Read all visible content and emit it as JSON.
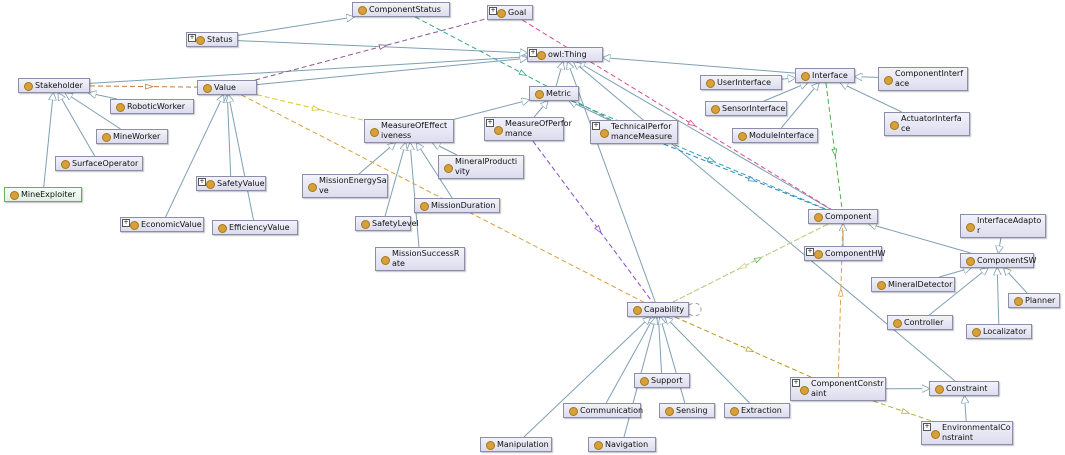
{
  "graph": {
    "nodes": [
      {
        "id": "ComponentStatus",
        "label": "ComponentStatus",
        "expand": false
      },
      {
        "id": "Goal",
        "label": "Goal",
        "expand": true
      },
      {
        "id": "Status",
        "label": "Status",
        "expand": true
      },
      {
        "id": "owlThing",
        "label": "owl:Thing",
        "expand": true
      },
      {
        "id": "Stakeholder",
        "label": "Stakeholder",
        "expand": false
      },
      {
        "id": "Value",
        "label": "Value",
        "expand": false
      },
      {
        "id": "RoboticWorker",
        "label": "RoboticWorker",
        "expand": false
      },
      {
        "id": "MineWorker",
        "label": "MineWorker",
        "expand": false
      },
      {
        "id": "SurfaceOperator",
        "label": "SurfaceOperator",
        "expand": false
      },
      {
        "id": "MineExploiter",
        "label": "MineExploiter",
        "expand": false,
        "highlight": true
      },
      {
        "id": "SafetyValue",
        "label": "SafetyValue",
        "expand": true
      },
      {
        "id": "EconomicValue",
        "label": "EconomicValue",
        "expand": true
      },
      {
        "id": "EfficiencyValue",
        "label": "EfficiencyValue",
        "expand": false
      },
      {
        "id": "Metric",
        "label": "Metric",
        "expand": false
      },
      {
        "id": "MeasureOfEffectiveness",
        "label": "MeasureOfEffect\niveness",
        "expand": false
      },
      {
        "id": "MeasureOfPerformance",
        "label": "MeasureOfPerfor\nmance",
        "expand": true
      },
      {
        "id": "TechnicalPerformanceMeasure",
        "label": "TechnicalPerfor\nmanceMeasure",
        "expand": true
      },
      {
        "id": "MissionEnergySave",
        "label": "MissionEnergySa\nve",
        "expand": false
      },
      {
        "id": "MineralProductivity",
        "label": "MineralProducti\nvity",
        "expand": false
      },
      {
        "id": "MissionDuration",
        "label": "MissionDuration",
        "expand": false
      },
      {
        "id": "SafetyLevel",
        "label": "SafetyLevel",
        "expand": false
      },
      {
        "id": "MissionSuccessRate",
        "label": "MissionSuccessR\nate",
        "expand": false
      },
      {
        "id": "Interface",
        "label": "Interface",
        "expand": false
      },
      {
        "id": "UserInterface",
        "label": "UserInterface",
        "expand": false
      },
      {
        "id": "ComponentInterface",
        "label": "ComponentInterf\nace",
        "expand": false
      },
      {
        "id": "SensorInterface",
        "label": "SensorInterface",
        "expand": false
      },
      {
        "id": "ActuatorInterface",
        "label": "ActuatorInterfa\nce",
        "expand": false
      },
      {
        "id": "ModuleInterface",
        "label": "ModuleInterface",
        "expand": false
      },
      {
        "id": "Component",
        "label": "Component",
        "expand": false
      },
      {
        "id": "ComponentHW",
        "label": "ComponentHW",
        "expand": true
      },
      {
        "id": "InterfaceAdaptor",
        "label": "InterfaceAdapto\nr",
        "expand": false
      },
      {
        "id": "ComponentSW",
        "label": "ComponentSW",
        "expand": false
      },
      {
        "id": "MineralDetector",
        "label": "MineralDetector",
        "expand": false
      },
      {
        "id": "Planner",
        "label": "Planner",
        "expand": false
      },
      {
        "id": "Controller",
        "label": "Controller",
        "expand": false
      },
      {
        "id": "Localizator",
        "label": "Localizator",
        "expand": false
      },
      {
        "id": "Capability",
        "label": "Capability",
        "expand": false
      },
      {
        "id": "Support",
        "label": "Support",
        "expand": false
      },
      {
        "id": "Communication",
        "label": "Communication",
        "expand": false
      },
      {
        "id": "Sensing",
        "label": "Sensing",
        "expand": false
      },
      {
        "id": "Extraction",
        "label": "Extraction",
        "expand": false
      },
      {
        "id": "Manipulation",
        "label": "Manipulation",
        "expand": false
      },
      {
        "id": "Navigation",
        "label": "Navigation",
        "expand": false
      },
      {
        "id": "ComponentConstraint",
        "label": "ComponentConstr\naint",
        "expand": true
      },
      {
        "id": "Constraint",
        "label": "Constraint",
        "expand": false
      },
      {
        "id": "EnvironmentalConstraint",
        "label": "EnvironmentalCo\nnstraint",
        "expand": true
      }
    ],
    "edges": [
      {
        "from": "owlThing",
        "to": "Stakeholder",
        "kind": "subclass"
      },
      {
        "from": "owlThing",
        "to": "Value",
        "kind": "subclass"
      },
      {
        "from": "owlThing",
        "to": "Status",
        "kind": "subclass"
      },
      {
        "from": "owlThing",
        "to": "Metric",
        "kind": "subclass"
      },
      {
        "from": "owlThing",
        "to": "Interface",
        "kind": "subclass"
      },
      {
        "from": "owlThing",
        "to": "Component",
        "kind": "subclass"
      },
      {
        "from": "owlThing",
        "to": "Capability",
        "kind": "subclass"
      },
      {
        "from": "owlThing",
        "to": "Constraint",
        "kind": "subclass"
      },
      {
        "from": "ComponentStatus",
        "to": "Status",
        "kind": "subclass"
      },
      {
        "from": "Stakeholder",
        "to": "RoboticWorker",
        "kind": "subclass"
      },
      {
        "from": "Stakeholder",
        "to": "MineWorker",
        "kind": "subclass"
      },
      {
        "from": "Stakeholder",
        "to": "SurfaceOperator",
        "kind": "subclass"
      },
      {
        "from": "Stakeholder",
        "to": "MineExploiter",
        "kind": "subclass"
      },
      {
        "from": "Value",
        "to": "SafetyValue",
        "kind": "subclass"
      },
      {
        "from": "Value",
        "to": "EconomicValue",
        "kind": "subclass"
      },
      {
        "from": "Value",
        "to": "EfficiencyValue",
        "kind": "subclass"
      },
      {
        "from": "Metric",
        "to": "MeasureOfEffectiveness",
        "kind": "subclass"
      },
      {
        "from": "Metric",
        "to": "MeasureOfPerformance",
        "kind": "subclass"
      },
      {
        "from": "Metric",
        "to": "TechnicalPerformanceMeasure",
        "kind": "subclass"
      },
      {
        "from": "MeasureOfEffectiveness",
        "to": "MissionEnergySave",
        "kind": "subclass"
      },
      {
        "from": "MeasureOfEffectiveness",
        "to": "MineralProductivity",
        "kind": "subclass"
      },
      {
        "from": "MeasureOfEffectiveness",
        "to": "MissionDuration",
        "kind": "subclass"
      },
      {
        "from": "MeasureOfEffectiveness",
        "to": "SafetyLevel",
        "kind": "subclass"
      },
      {
        "from": "MeasureOfEffectiveness",
        "to": "MissionSuccessRate",
        "kind": "subclass"
      },
      {
        "from": "Interface",
        "to": "UserInterface",
        "kind": "subclass"
      },
      {
        "from": "Interface",
        "to": "ComponentInterface",
        "kind": "subclass"
      },
      {
        "from": "Interface",
        "to": "SensorInterface",
        "kind": "subclass"
      },
      {
        "from": "Interface",
        "to": "ActuatorInterface",
        "kind": "subclass"
      },
      {
        "from": "Interface",
        "to": "ModuleInterface",
        "kind": "subclass"
      },
      {
        "from": "Component",
        "to": "ComponentHW",
        "kind": "subclass"
      },
      {
        "from": "Component",
        "to": "ComponentSW",
        "kind": "subclass"
      },
      {
        "from": "ComponentSW",
        "to": "InterfaceAdaptor",
        "kind": "subclass"
      },
      {
        "from": "ComponentSW",
        "to": "MineralDetector",
        "kind": "subclass"
      },
      {
        "from": "ComponentSW",
        "to": "Planner",
        "kind": "subclass"
      },
      {
        "from": "ComponentSW",
        "to": "Controller",
        "kind": "subclass"
      },
      {
        "from": "ComponentSW",
        "to": "Localizator",
        "kind": "subclass"
      },
      {
        "from": "Capability",
        "to": "Support",
        "kind": "subclass"
      },
      {
        "from": "Capability",
        "to": "Communication",
        "kind": "subclass"
      },
      {
        "from": "Capability",
        "to": "Sensing",
        "kind": "subclass"
      },
      {
        "from": "Capability",
        "to": "Extraction",
        "kind": "subclass"
      },
      {
        "from": "Capability",
        "to": "Manipulation",
        "kind": "subclass"
      },
      {
        "from": "Capability",
        "to": "Navigation",
        "kind": "subclass"
      },
      {
        "from": "Constraint",
        "to": "ComponentConstraint",
        "kind": "subclass"
      },
      {
        "from": "Constraint",
        "to": "EnvironmentalConstraint",
        "kind": "subclass"
      },
      {
        "from": "Stakeholder",
        "to": "Value",
        "kind": "property",
        "color": "#c97a3a"
      },
      {
        "from": "Value",
        "to": "Goal",
        "kind": "property",
        "color": "#8a5a8a"
      },
      {
        "from": "ComponentStatus",
        "to": "TechnicalPerformanceMeasure",
        "kind": "property",
        "color": "#3aa48a"
      },
      {
        "from": "Goal",
        "to": "Component",
        "kind": "property",
        "color": "#d8508a"
      },
      {
        "from": "Value",
        "to": "MeasureOfEffectiveness",
        "kind": "property",
        "color": "#d6c83a"
      },
      {
        "from": "Value",
        "to": "Capability",
        "kind": "property",
        "color": "#d6a040"
      },
      {
        "from": "MeasureOfPerformance",
        "to": "Capability",
        "kind": "property",
        "color": "#8a4ad0"
      },
      {
        "from": "TechnicalPerformanceMeasure",
        "to": "Component",
        "kind": "property",
        "color": "#3a8ad0"
      },
      {
        "from": "Metric",
        "to": "Component",
        "kind": "property",
        "color": "#3aa0a0"
      },
      {
        "from": "Capability",
        "to": "Component",
        "kind": "property",
        "color": "#5ab85a"
      },
      {
        "from": "Component",
        "to": "Capability",
        "kind": "property",
        "color": "#d8d08a"
      },
      {
        "from": "Capability",
        "to": "ComponentConstraint",
        "kind": "property",
        "color": "#b89a2a"
      },
      {
        "from": "ComponentConstraint",
        "to": "EnvironmentalConstraint",
        "kind": "property",
        "color": "#b8b040"
      },
      {
        "from": "ComponentConstraint",
        "to": "Component",
        "kind": "property",
        "color": "#e0a050"
      },
      {
        "from": "Interface",
        "to": "Component",
        "kind": "property",
        "color": "#4ab04a"
      },
      {
        "from": "Capability",
        "to": "Capability",
        "kind": "self",
        "color": "#a0a0a0"
      }
    ]
  },
  "colors": {
    "subclass": "#7f9fb3",
    "node_dot": "#d6a13a"
  }
}
